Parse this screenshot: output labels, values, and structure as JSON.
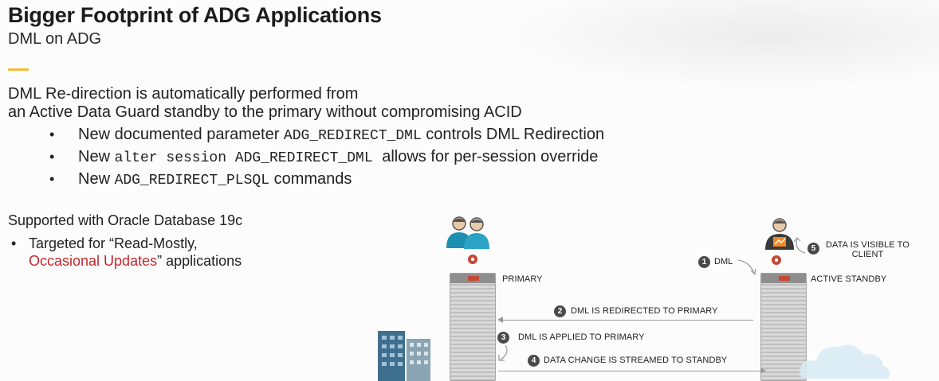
{
  "slide": {
    "title": "Bigger Footprint of ADG Applications",
    "subtitle": "DML on ADG",
    "intro_line1": "DML Re-direction is automatically performed from",
    "intro_line2": "an Active Data Guard standby to the primary without compromising ACID",
    "bullets": [
      {
        "pre": "New documented parameter ",
        "code": "ADG_REDIRECT_DML",
        "post": " controls DML Redirection"
      },
      {
        "pre": "New ",
        "code": "alter session ADG_REDIRECT_DML",
        "post": " allows for per-session override"
      },
      {
        "pre": "New ",
        "code": "ADG_REDIRECT_PLSQL",
        "post": " commands"
      }
    ],
    "support_title": "Supported with Oracle Database 19c",
    "support_pre": "Targeted for “Read-Mostly,",
    "support_highlight": "Occasional Updates",
    "support_post": "” applications"
  },
  "diagram": {
    "primary_label": "PRIMARY",
    "standby_label": "ACTIVE STANDBY",
    "steps": [
      {
        "num": "1",
        "text": "DML"
      },
      {
        "num": "2",
        "text": "DML IS REDIRECTED TO PRIMARY"
      },
      {
        "num": "3",
        "text": "DML IS APPLIED TO PRIMARY"
      },
      {
        "num": "4",
        "text": "DATA CHANGE IS STREAMED TO STANDBY"
      },
      {
        "num": "5",
        "text_line1": "DATA IS VISIBLE TO",
        "text_line2": "CLIENT"
      }
    ],
    "icons": [
      "users-icon",
      "gear-icon",
      "database-server-icon",
      "office-building-icon",
      "client-user-icon",
      "cloud-icon"
    ]
  },
  "colors": {
    "accent": "#f3bb3c",
    "highlight_red": "#c9262c",
    "oracle_red": "#c74634"
  }
}
